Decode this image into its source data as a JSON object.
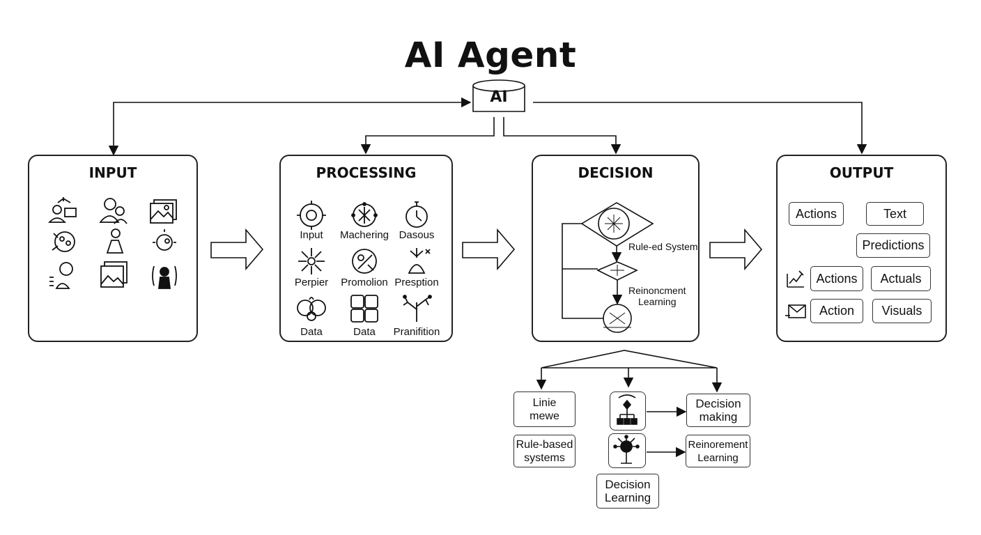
{
  "title": "AI Agent",
  "hub": {
    "label": "AI"
  },
  "stages": {
    "input": {
      "title": "INPUT",
      "icons": [
        "network-user-icon",
        "users-icon",
        "image-stack-icon",
        "brain-chip-icon",
        "person-icon",
        "signal-face-icon",
        "search-user-icon",
        "photos-icon",
        "signal-person-icon"
      ]
    },
    "processing": {
      "title": "PROCESSING",
      "items": [
        {
          "icon": "gear-cycle-icon",
          "label": "Input"
        },
        {
          "icon": "network-node-icon",
          "label": "Machering"
        },
        {
          "icon": "timer-icon",
          "label": "Dasous"
        },
        {
          "icon": "neural-spark-icon",
          "label": "Perpier"
        },
        {
          "icon": "process-globe-icon",
          "label": "Promolion"
        },
        {
          "icon": "flask-tree-icon",
          "label": "Presption"
        },
        {
          "icon": "brain-nodes-icon",
          "label": "Data"
        },
        {
          "icon": "puzzle-icon",
          "label": "Data"
        },
        {
          "icon": "tree-circuit-icon",
          "label": "Pranifition"
        }
      ]
    },
    "decision": {
      "title": "DECISION",
      "labels": {
        "rule": "Rule-ed System",
        "reinforcement": "Reinoncment\nLearning"
      }
    },
    "output": {
      "title": "OUTPUT",
      "items": [
        {
          "label": "Actions"
        },
        {
          "label": "Text"
        },
        {
          "label": "Predictions"
        },
        {
          "label": "Actions"
        },
        {
          "label": "Actuals"
        },
        {
          "label": "Action"
        },
        {
          "label": "Visuals"
        }
      ],
      "icons": [
        "chart-edit-icon",
        "mail-icon"
      ]
    }
  },
  "decision_tree": {
    "left": [
      "Linie\nmewe",
      "Rule-based\nsystems"
    ],
    "right": [
      "Decision\nmaking",
      "Reinorement\nLearning"
    ],
    "bottom": "Decision\nLearning",
    "icons": [
      "agent-robot-icon",
      "tree-network-icon"
    ]
  }
}
